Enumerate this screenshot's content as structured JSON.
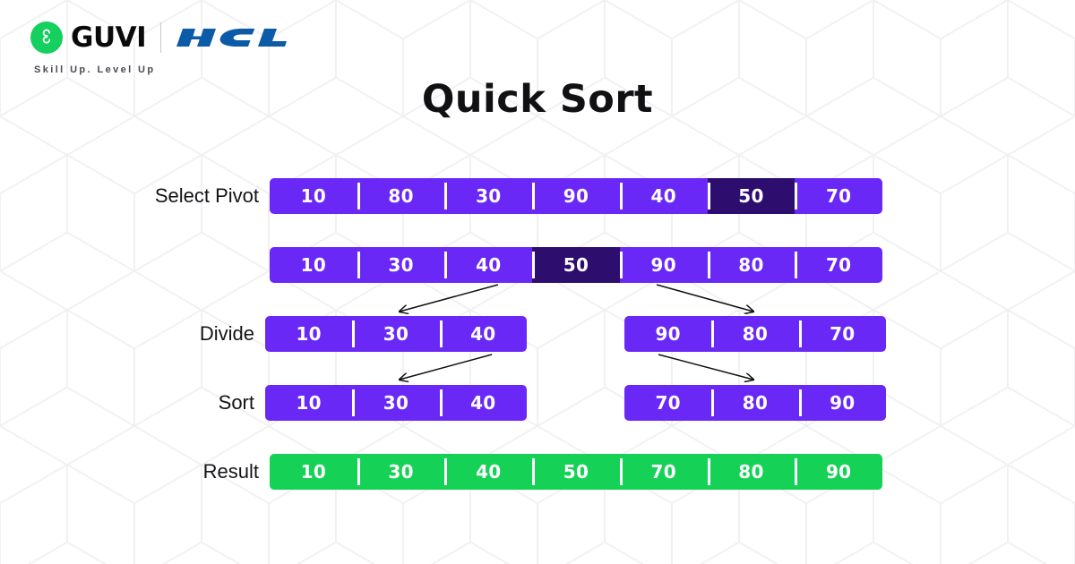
{
  "brand": {
    "logo_icon": "guvi-circle-g-icon",
    "wordmark": "GUVI",
    "partner_wordmark": "HCL",
    "tagline": "Skill Up. Level Up",
    "colors": {
      "guvi_green": "#15cf5f",
      "hcl_blue": "#0b5ba8",
      "wordmark_black": "#0a0a0a"
    }
  },
  "header": {
    "title": "Quick Sort"
  },
  "theme": {
    "background": "#ffffff",
    "pattern_line": "#f2f2f4",
    "bar_purple": "#6a28f7",
    "pivot_purple": "#2d0d6e",
    "result_green": "#15d257",
    "divider_white": "#ffffff",
    "label_black": "#141418",
    "arrow_black": "#111111"
  },
  "chart_data": {
    "type": "diagram",
    "title": "Quick Sort",
    "algorithm": "quick-sort",
    "pivot_value": 50,
    "input_array": [
      10,
      80,
      30,
      90,
      40,
      50,
      70
    ],
    "sorted_array": [
      10,
      30,
      40,
      50,
      70,
      80,
      90
    ],
    "steps": [
      {
        "label": "Select Pivot",
        "values": [
          10,
          80,
          30,
          90,
          40,
          50,
          70
        ],
        "pivot_index": 5,
        "color": "#6a28f7"
      },
      {
        "label": "",
        "values": [
          10,
          30,
          40,
          50,
          90,
          80,
          70
        ],
        "pivot_index": 3,
        "color": "#6a28f7"
      },
      {
        "label": "Divide",
        "left_values": [
          10,
          30,
          40
        ],
        "right_values": [
          90,
          80,
          70
        ],
        "color": "#6a28f7"
      },
      {
        "label": "Sort",
        "left_values": [
          10,
          30,
          40
        ],
        "right_values": [
          70,
          80,
          90
        ],
        "color": "#6a28f7"
      },
      {
        "label": "Result",
        "values": [
          10,
          30,
          40,
          50,
          70,
          80,
          90
        ],
        "color": "#15d257"
      }
    ]
  },
  "rows": {
    "select_pivot": {
      "label": "Select Pivot",
      "cells": [
        "10",
        "80",
        "30",
        "90",
        "40",
        "50",
        "70"
      ],
      "pivot_index": 5
    },
    "partitioned": {
      "label": "",
      "cells": [
        "10",
        "30",
        "40",
        "50",
        "90",
        "80",
        "70"
      ],
      "pivot_index": 3
    },
    "divide": {
      "label": "Divide",
      "left_cells": [
        "10",
        "30",
        "40"
      ],
      "right_cells": [
        "90",
        "80",
        "70"
      ]
    },
    "sort": {
      "label": "Sort",
      "left_cells": [
        "10",
        "30",
        "40"
      ],
      "right_cells": [
        "70",
        "80",
        "90"
      ]
    },
    "result": {
      "label": "Result",
      "cells": [
        "10",
        "30",
        "40",
        "50",
        "70",
        "80",
        "90"
      ]
    }
  }
}
